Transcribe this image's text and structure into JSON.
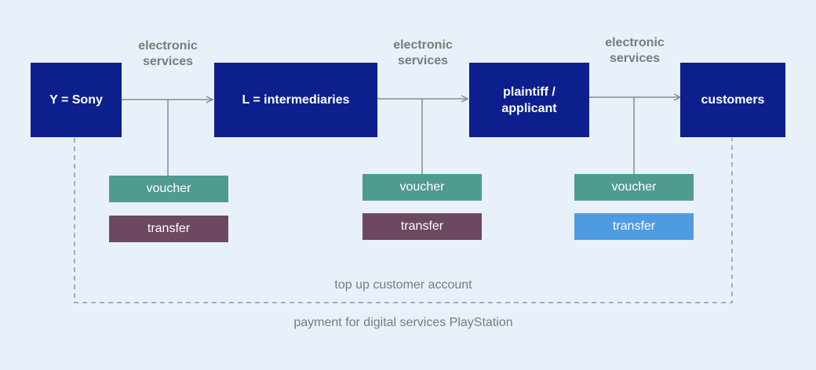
{
  "colors": {
    "background": "#e8f0fa",
    "node": "#0c1f8c",
    "voucher": "#4f9b92",
    "transfer_purple": "#6c4960",
    "transfer_blue": "#4f9be0",
    "line": "#8a8a8a",
    "dashed": "#8a95c8",
    "label": "#7b7b7b"
  },
  "nodes": [
    {
      "label": "Y = Sony"
    },
    {
      "label": "L = intermediaries"
    },
    {
      "label": "plaintiff /\napplicant"
    },
    {
      "label": "customers"
    }
  ],
  "edge_labels": [
    {
      "label": "electronic\nservices"
    },
    {
      "label": "electronic\nservices"
    },
    {
      "label": "electronic\nservices"
    }
  ],
  "payment_groups": [
    {
      "voucher": "voucher",
      "transfer": "transfer"
    },
    {
      "voucher": "voucher",
      "transfer": "transfer"
    },
    {
      "voucher": "voucher",
      "transfer": "transfer"
    }
  ],
  "bottom": {
    "top_up": "top up customer account",
    "payment": "payment for digital services PlayStation"
  }
}
